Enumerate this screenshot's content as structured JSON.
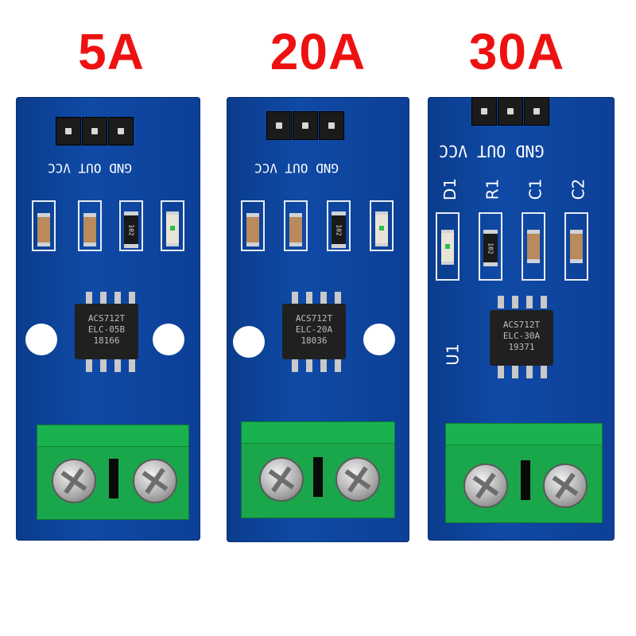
{
  "labels": {
    "5a": "5A",
    "20a": "20A",
    "30a": "30A"
  },
  "boards": {
    "5a": {
      "pins": "GND OUT VCC",
      "resistor": "102",
      "chip_line1": "ACS712T",
      "chip_line2": "ELC-05B",
      "chip_line3": "18166"
    },
    "20a": {
      "pins": "GND OUT VCC",
      "resistor": "102",
      "chip_line1": "ACS712T",
      "chip_line2": "ELC-20A",
      "chip_line3": "18036"
    },
    "30a": {
      "pins": "GND OUT VCC",
      "resistor": "102",
      "chip_line1": "ACS712T",
      "chip_line2": "ELC-30A",
      "chip_line3": "19371",
      "d1": "D1",
      "r1": "R1",
      "c1": "C1",
      "c2": "C2",
      "u1": "U1"
    }
  },
  "colors": {
    "title": "#ee1111",
    "pcb": "#0f4aa6",
    "terminal": "#1aa64a"
  }
}
